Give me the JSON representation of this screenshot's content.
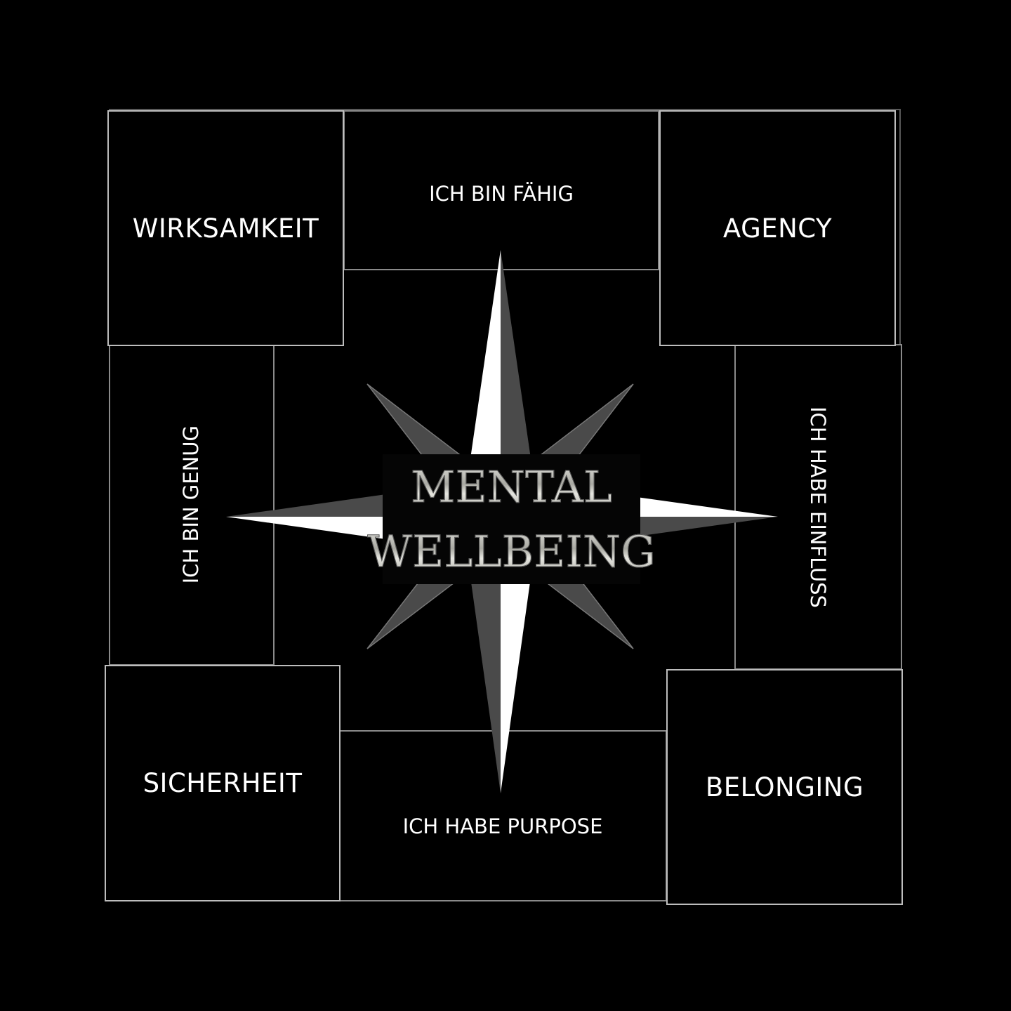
{
  "title": {
    "line1": "MENTAL",
    "line2": "WELLBEING"
  },
  "corners": {
    "top_left": "WIRKSAMKEIT",
    "top_right": "AGENCY",
    "bottom_left": "SICHERHEIT",
    "bottom_right": "BELONGING"
  },
  "sides": {
    "top": "ICH BIN FÄHIG",
    "left": "ICH BIN GENUG",
    "right": "ICH HABE EINFLUSS",
    "bottom": "ICH HABE PURPOSE"
  },
  "colors": {
    "background": "#000000",
    "star_light": "#ffffff",
    "star_dark": "#4a4a4a"
  }
}
